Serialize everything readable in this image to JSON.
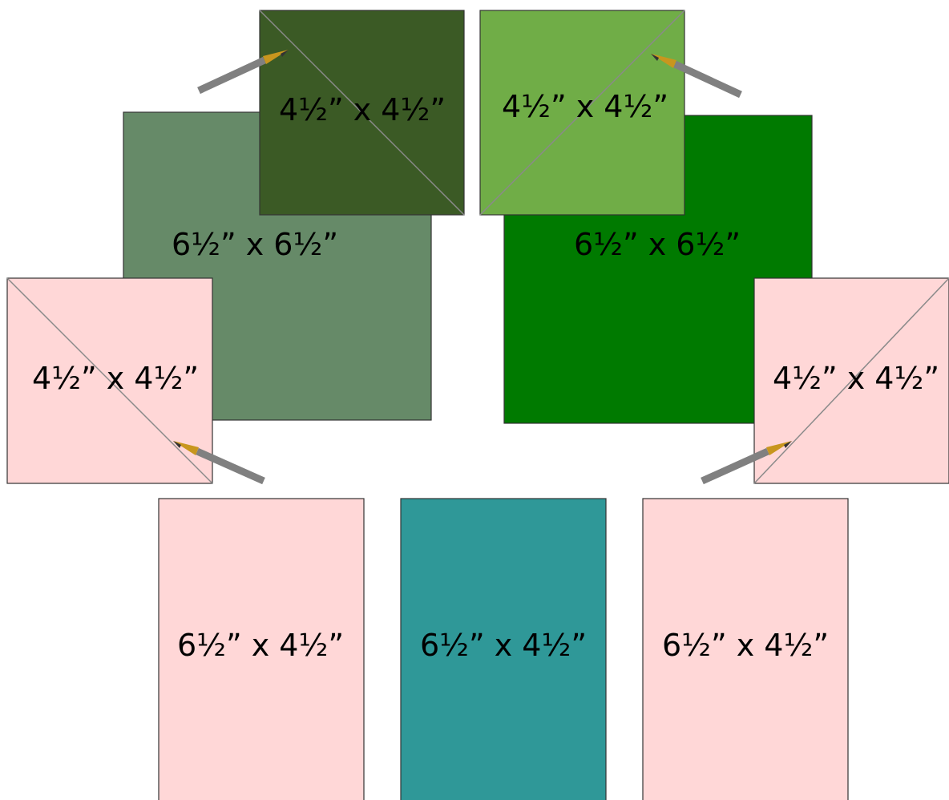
{
  "pieces": {
    "sq_large_left": {
      "label": "6½” x 6½”",
      "color": "#668a68"
    },
    "sq_large_right": {
      "label": "6½” x 6½”",
      "color": "#007a00"
    },
    "sq_small_dark": {
      "label": "4½” x 4½”",
      "color": "#3b5a25"
    },
    "sq_small_light": {
      "label": "4½” x 4½”",
      "color": "#70ad47"
    },
    "sq_small_pink_left": {
      "label": "4½” x 4½”",
      "color": "#ffd7d7"
    },
    "sq_small_pink_right": {
      "label": "4½” x 4½”",
      "color": "#ffd7d7"
    },
    "rect_left": {
      "label": "6½” x 4½”",
      "color": "#ffd7d7"
    },
    "rect_middle": {
      "label": "6½” x 4½”",
      "color": "#2f9898"
    },
    "rect_right": {
      "label": "6½” x 4½”",
      "color": "#ffd7d7"
    }
  },
  "colors": {
    "outline": "#333333",
    "diagonal": "#8a8a8a",
    "pencil_body": "#808080",
    "pencil_wood": "#c8961e",
    "pencil_tip": "#333333"
  },
  "icons": [
    "pencil-icon"
  ]
}
